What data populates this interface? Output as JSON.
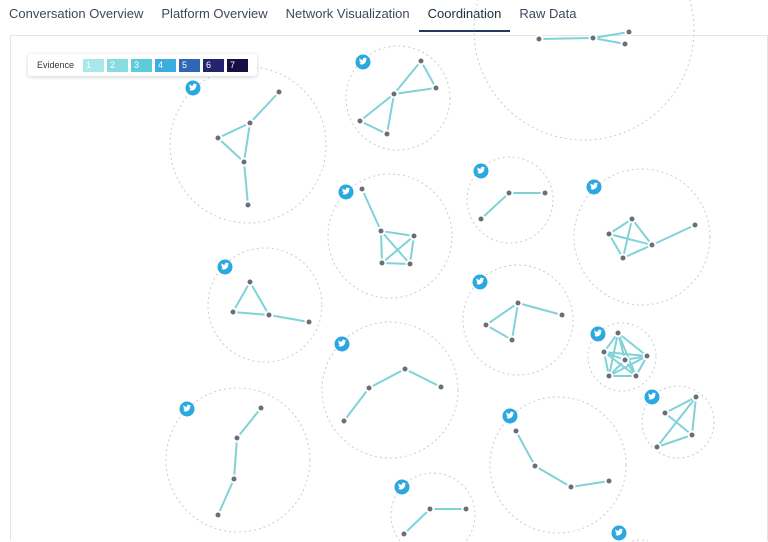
{
  "tabs": [
    {
      "label": "Conversation Overview",
      "active": false
    },
    {
      "label": "Platform Overview",
      "active": false
    },
    {
      "label": "Network Visualization",
      "active": false
    },
    {
      "label": "Coordination",
      "active": true
    },
    {
      "label": "Raw Data",
      "active": false
    }
  ],
  "legend": {
    "title": "Evidence",
    "levels": [
      {
        "label": "1",
        "color": "#a8e8e8"
      },
      {
        "label": "2",
        "color": "#88dbe0"
      },
      {
        "label": "3",
        "color": "#5ccbdc"
      },
      {
        "label": "4",
        "color": "#3aaee0"
      },
      {
        "label": "5",
        "color": "#2f66b5"
      },
      {
        "label": "6",
        "color": "#24236e"
      },
      {
        "label": "7",
        "color": "#1a0c45"
      }
    ]
  },
  "colors": {
    "edge": "#7fd3d8",
    "node": "#6b6e75",
    "twitter": "#2ba8e0",
    "ring": "#c8ccd2"
  },
  "platform_icon": "twitter-icon"
}
